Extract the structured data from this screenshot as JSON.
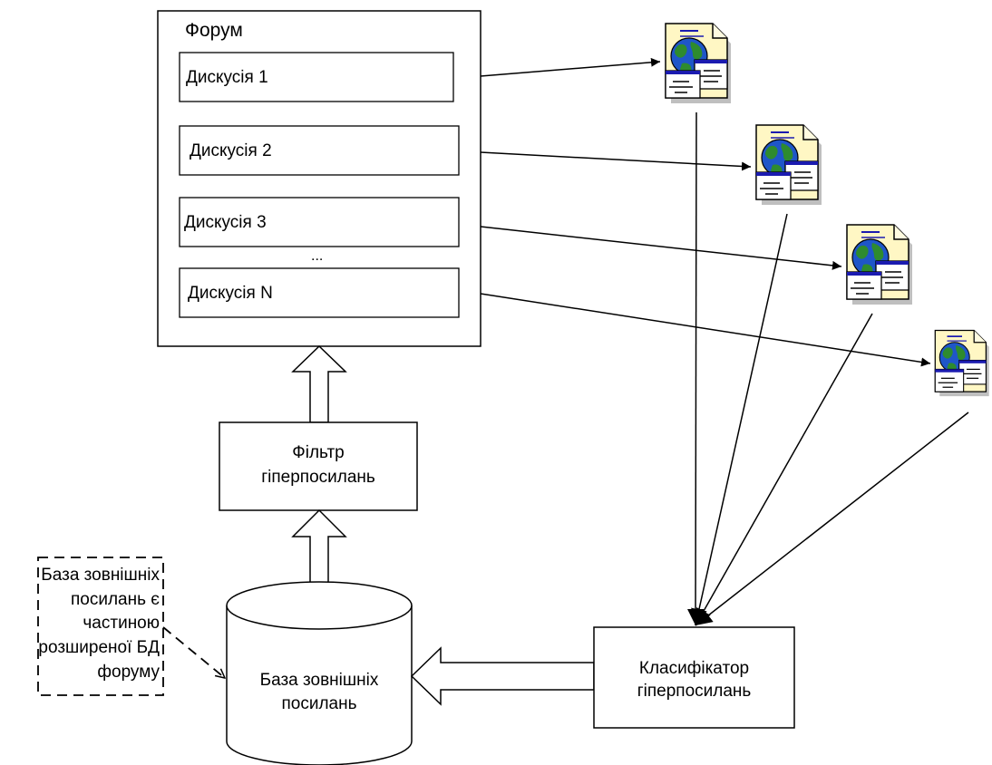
{
  "forum": {
    "title": "Форум",
    "discussions": [
      "Дискусія 1",
      "Дискусія 2",
      "Дискусія 3",
      "Дискусія N"
    ],
    "ellipsis": "..."
  },
  "filter": {
    "line1": "Фільтр",
    "line2": "гіперпосилань"
  },
  "database": {
    "line1": "База зовнішніх",
    "line2": "посилань"
  },
  "classifier": {
    "line1": "Класифікатор",
    "line2": "гіперпосилань"
  },
  "note": {
    "lines": [
      "База зовнішніх",
      "посилань є",
      "частиною",
      "розширеної БД",
      "форуму"
    ]
  },
  "icons": {
    "web_page": "web-page-document-icon"
  },
  "colors": {
    "stroke": "#000000",
    "page_fill": "#fff7c4",
    "page_shadow": "#bfbfbf",
    "globe_ocean": "#1f56c8",
    "globe_land": "#2e8b2e",
    "doc_header": "#1b1bb0"
  }
}
